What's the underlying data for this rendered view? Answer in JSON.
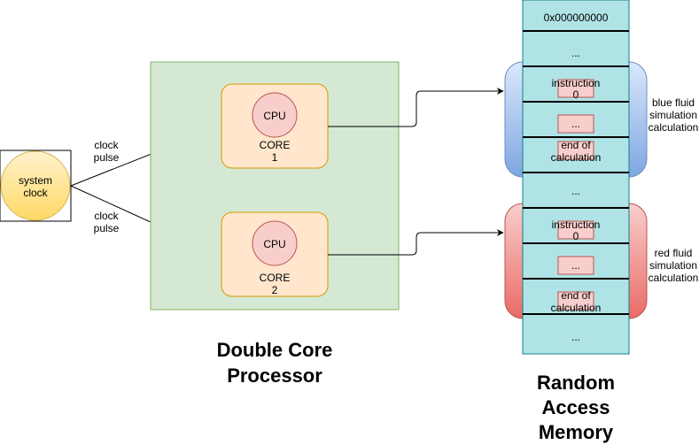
{
  "clock": {
    "line1": "system",
    "line2": "clock"
  },
  "pulse_labels": [
    {
      "line1": "clock",
      "line2": "pulse"
    },
    {
      "line1": "clock",
      "line2": "pulse"
    }
  ],
  "cores": [
    {
      "chip": "CPU",
      "line1": "CORE",
      "line2": "1"
    },
    {
      "chip": "CPU",
      "line1": "CORE",
      "line2": "2"
    }
  ],
  "processor_title": {
    "line1": "Double Core",
    "line2": "Processor"
  },
  "memory": {
    "address": "0x000000000",
    "ellipsis": "...",
    "blue_cells": [
      {
        "line1": "instruction",
        "line2": "0"
      },
      {
        "line1": "...",
        "line2": ""
      },
      {
        "line1": "end of",
        "line2": "calculation"
      }
    ],
    "red_cells": [
      {
        "line1": "instruction",
        "line2": "0"
      },
      {
        "line1": "...",
        "line2": ""
      },
      {
        "line1": "end of",
        "line2": "calculation"
      }
    ]
  },
  "blue_label": {
    "line1": "blue fluid",
    "line2": "simulation",
    "line3": "calculation"
  },
  "red_label": {
    "line1": "red fluid",
    "line2": "simulation",
    "line3": "calculation"
  },
  "memory_title": {
    "line1": "Random",
    "line2": "Access",
    "line3": "Memory"
  },
  "colors": {
    "processor_fill": "#d5e8d4",
    "processor_stroke": "#82b366",
    "core_fill": "#ffe6cc",
    "core_stroke": "#d79b00",
    "cpu_fill": "#f8cecc",
    "cpu_stroke": "#b85450",
    "clock_fill": "#ffd966",
    "memory_fill": "#b0e3e6",
    "memory_stroke": "#0e8088",
    "blue_band_top": "#dae8fc",
    "blue_band_bottom": "#7ea6e0",
    "red_band_top": "#f8cecc",
    "red_band_bottom": "#ea6b66"
  }
}
